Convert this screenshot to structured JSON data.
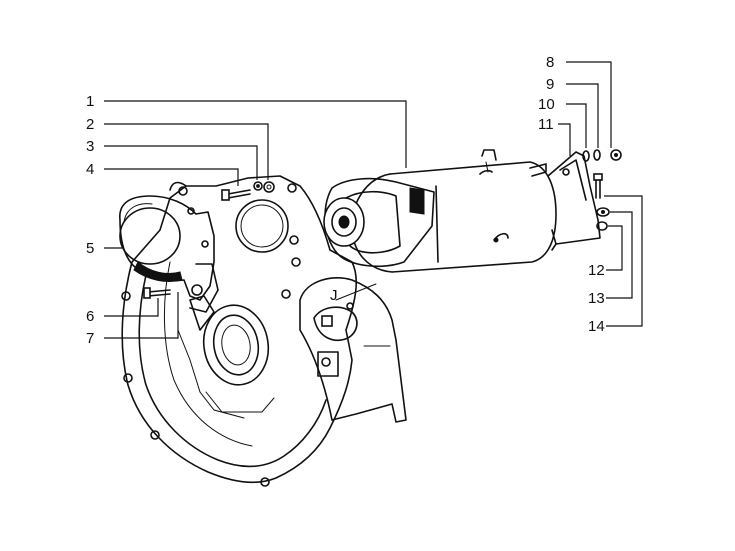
{
  "callouts": [
    {
      "id": "1",
      "label": "1"
    },
    {
      "id": "2",
      "label": "2"
    },
    {
      "id": "3",
      "label": "3"
    },
    {
      "id": "4",
      "label": "4"
    },
    {
      "id": "5",
      "label": "5"
    },
    {
      "id": "6",
      "label": "6"
    },
    {
      "id": "7",
      "label": "7"
    },
    {
      "id": "8",
      "label": "8"
    },
    {
      "id": "9",
      "label": "9"
    },
    {
      "id": "10",
      "label": "10"
    },
    {
      "id": "11",
      "label": "11"
    },
    {
      "id": "12",
      "label": "12"
    },
    {
      "id": "13",
      "label": "13"
    },
    {
      "id": "14",
      "label": "14"
    }
  ],
  "stamp": "J"
}
